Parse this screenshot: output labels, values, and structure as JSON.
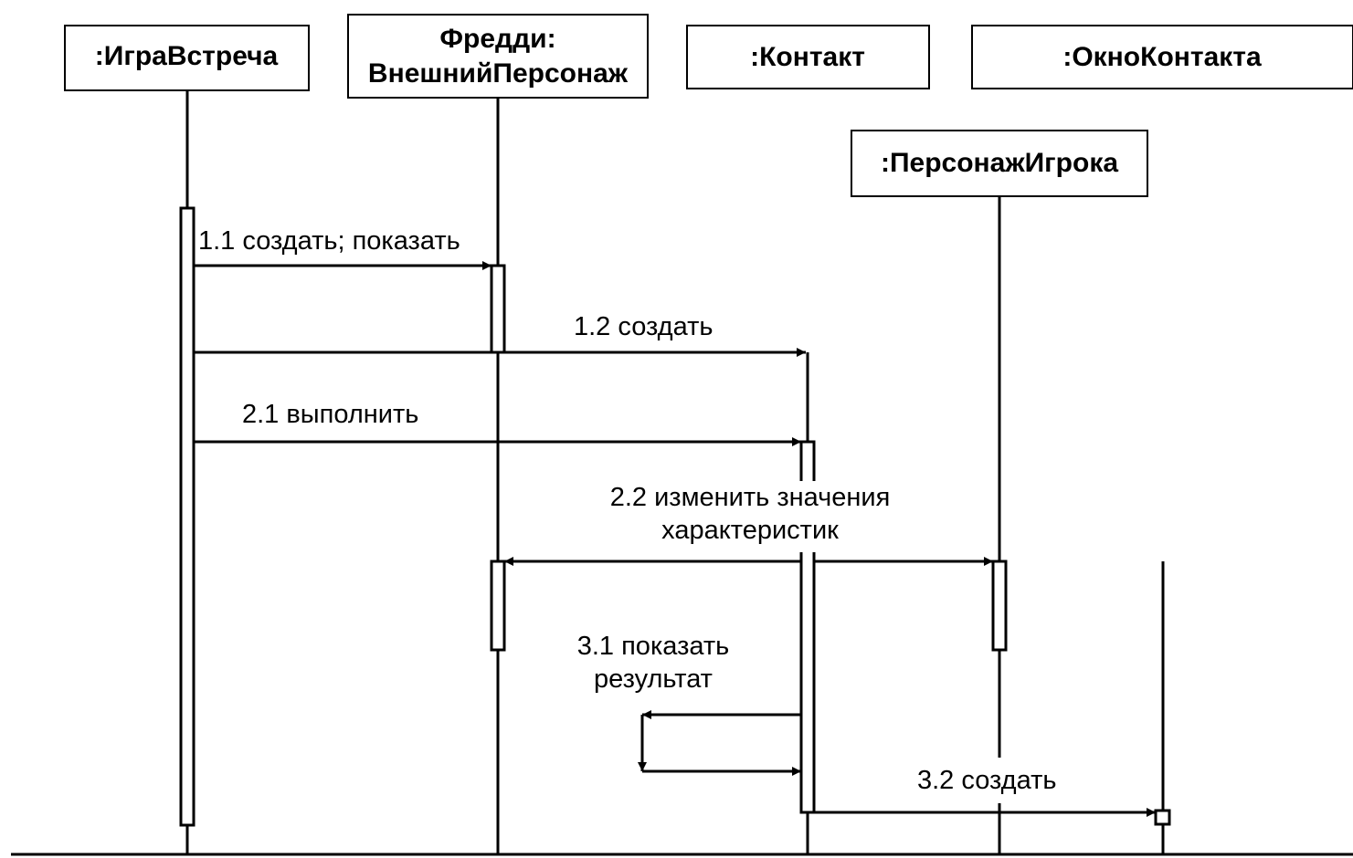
{
  "objects": {
    "igra": {
      "lines": [
        ":ИграВстреча"
      ]
    },
    "freddy": {
      "lines": [
        "Фредди:",
        "ВнешнийПерсонаж"
      ]
    },
    "kontakt": {
      "lines": [
        ":Контакт"
      ]
    },
    "okno": {
      "lines": [
        ":ОкноКонтакта"
      ]
    },
    "personazh": {
      "lines": [
        ":ПерсонажИгрока"
      ]
    }
  },
  "messages": {
    "m11": {
      "lines": [
        "1.1 создать; показать"
      ]
    },
    "m12": {
      "lines": [
        "1.2 создать"
      ]
    },
    "m21": {
      "lines": [
        "2.1 выполнить"
      ]
    },
    "m22": {
      "lines": [
        "2.2 изменить значения",
        "характеристик"
      ]
    },
    "m31": {
      "lines": [
        "3.1 показать",
        "результат"
      ]
    },
    "m32": {
      "lines": [
        "3.2 создать"
      ]
    }
  }
}
